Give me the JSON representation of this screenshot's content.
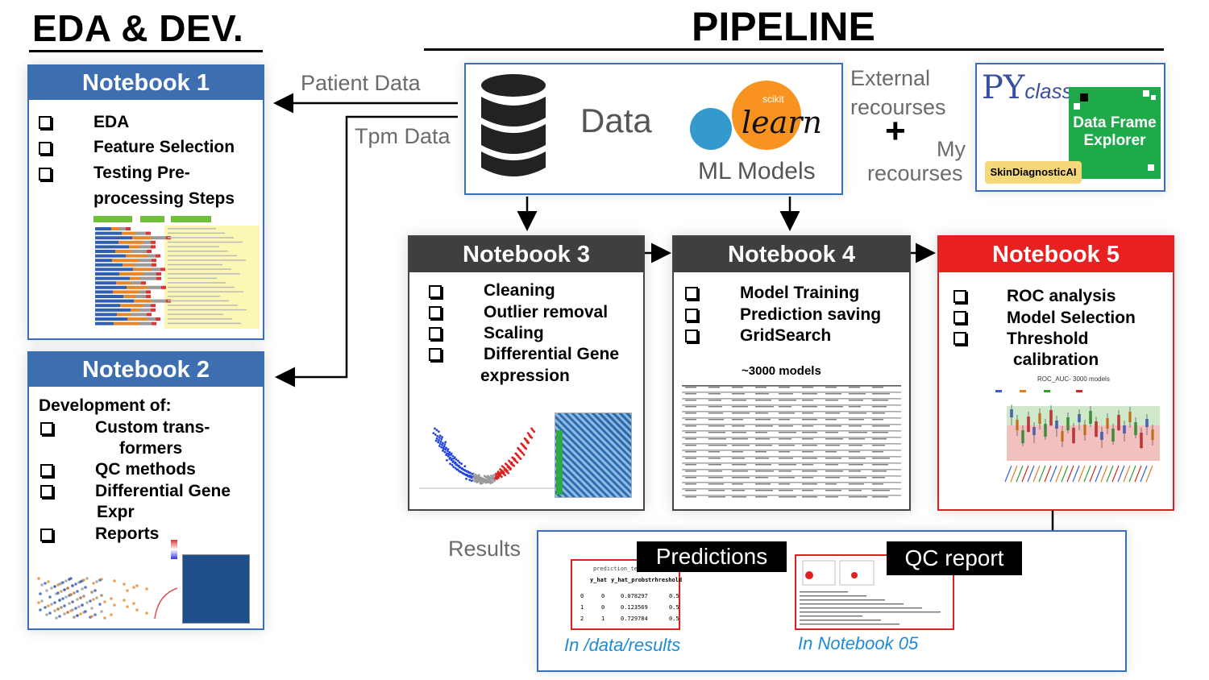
{
  "header": {
    "left_title": "EDA & DEV.",
    "right_title": "PIPELINE"
  },
  "data_box": {
    "data_label": "Data",
    "sklearn_small": "scikit",
    "sklearn_big": "learn",
    "ml_models": "ML Models"
  },
  "flow_labels": {
    "patient_data": "Patient Data",
    "tpm_data": "Tpm Data",
    "results": "Results"
  },
  "resources": {
    "external_line1": "External",
    "external_line2": "recourses",
    "plus": "+",
    "my_line1": "My",
    "my_line2": "recourses"
  },
  "logos": {
    "pyclass_py": "PY",
    "pyclass_class": "class",
    "dfe_line1": "Data Frame",
    "dfe_line2": "Explorer",
    "skin": "SkinDiagnosticAI"
  },
  "notebook1": {
    "title": "Notebook 1",
    "items": [
      "EDA",
      "Feature Selection",
      "Testing Pre-",
      "processing Steps"
    ]
  },
  "notebook2": {
    "title": "Notebook 2",
    "intro": "Development of:",
    "items": [
      "Custom trans-",
      "formers",
      "QC methods",
      "Differential Gene",
      "Expr",
      "Reports"
    ]
  },
  "notebook3": {
    "title": "Notebook 3",
    "items": [
      "Cleaning",
      "Outlier removal",
      "Scaling",
      "Differential Gene",
      "expression"
    ]
  },
  "notebook4": {
    "title": "Notebook 4",
    "items": [
      "Model Training",
      "Prediction saving",
      "GridSearch"
    ],
    "note": "~3000 models"
  },
  "notebook5": {
    "title": "Notebook 5",
    "items": [
      "ROC analysis",
      "Model Selection",
      "Threshold",
      "calibration"
    ],
    "chart_title": "ROC_AUC- 3000 models"
  },
  "results_box": {
    "predictions_label": "Predictions",
    "qc_label": "QC report",
    "predictions_caption": "In /data/results",
    "qc_caption": "In Notebook 05",
    "table_headers": [
      "",
      "y_hat",
      "y_hat_probs",
      "trhreshold"
    ],
    "table_rows": [
      [
        "0",
        "0",
        "0.078297",
        "0.5"
      ],
      [
        "1",
        "0",
        "0.123569",
        "0.5"
      ],
      [
        "2",
        "1",
        "0.729784",
        "0.5"
      ]
    ],
    "code_line": "prediction_tes"
  },
  "colors": {
    "blue_header": "#3d6fb0",
    "dark_header": "#3f3f3f",
    "red_header": "#e8201f",
    "caption_blue": "#1f8ad6"
  }
}
